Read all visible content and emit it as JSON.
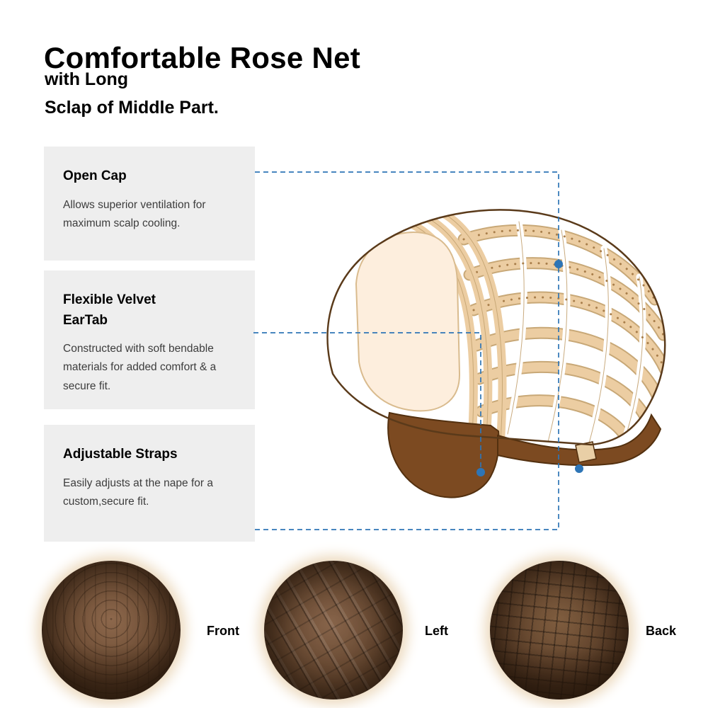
{
  "header": {
    "title": "Comfortable Rose Net",
    "subtitle_line1": "with Long",
    "subtitle_line2": "Sclap of Middle Part."
  },
  "features": [
    {
      "title": "Open Cap",
      "title2": "",
      "description": "Allows superior ventilation for maximum scalp cooling."
    },
    {
      "title": "Flexible Velvet",
      "title2": "EarTab",
      "description": "Constructed with soft bendable materials for added comfort & a secure fit."
    },
    {
      "title": "Adjustable Straps",
      "title2": "",
      "description": "Easily adjusts at the nape for a custom,secure fit."
    }
  ],
  "views": [
    {
      "label": "Front"
    },
    {
      "label": "Left"
    },
    {
      "label": "Back"
    }
  ],
  "illustration": {
    "subject": "wig-cap-side-view",
    "callouts": [
      "open-cap",
      "ear-tab",
      "adjustable-strap"
    ]
  },
  "colors": {
    "accent_blue": "#2e75b6",
    "feature_box_bg": "#eeeeee",
    "cap_tan": "#eccda2",
    "cap_cream": "#fdeedd",
    "cap_brown": "#7c4a21",
    "cap_outline": "#5a3a1a"
  }
}
